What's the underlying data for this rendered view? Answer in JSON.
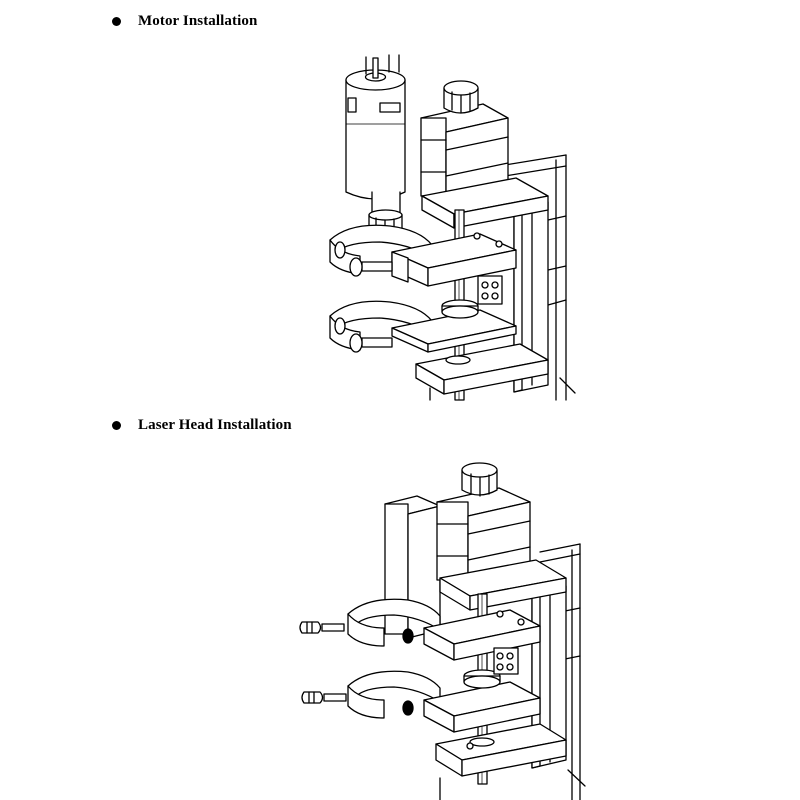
{
  "sections": [
    {
      "bullet": "filled-circle",
      "title": "Motor Installation"
    },
    {
      "bullet": "filled-circle",
      "title": "Laser Head Installation"
    }
  ],
  "figures": [
    {
      "subject": "spindle motor mounted in clamp brackets on Z-axis stepper assembly"
    },
    {
      "subject": "laser head clamp brackets with bolts on Z-axis stepper assembly"
    }
  ],
  "colors": {
    "ink": "#000000",
    "paper": "#ffffff",
    "shade": "#9a9a9a"
  }
}
